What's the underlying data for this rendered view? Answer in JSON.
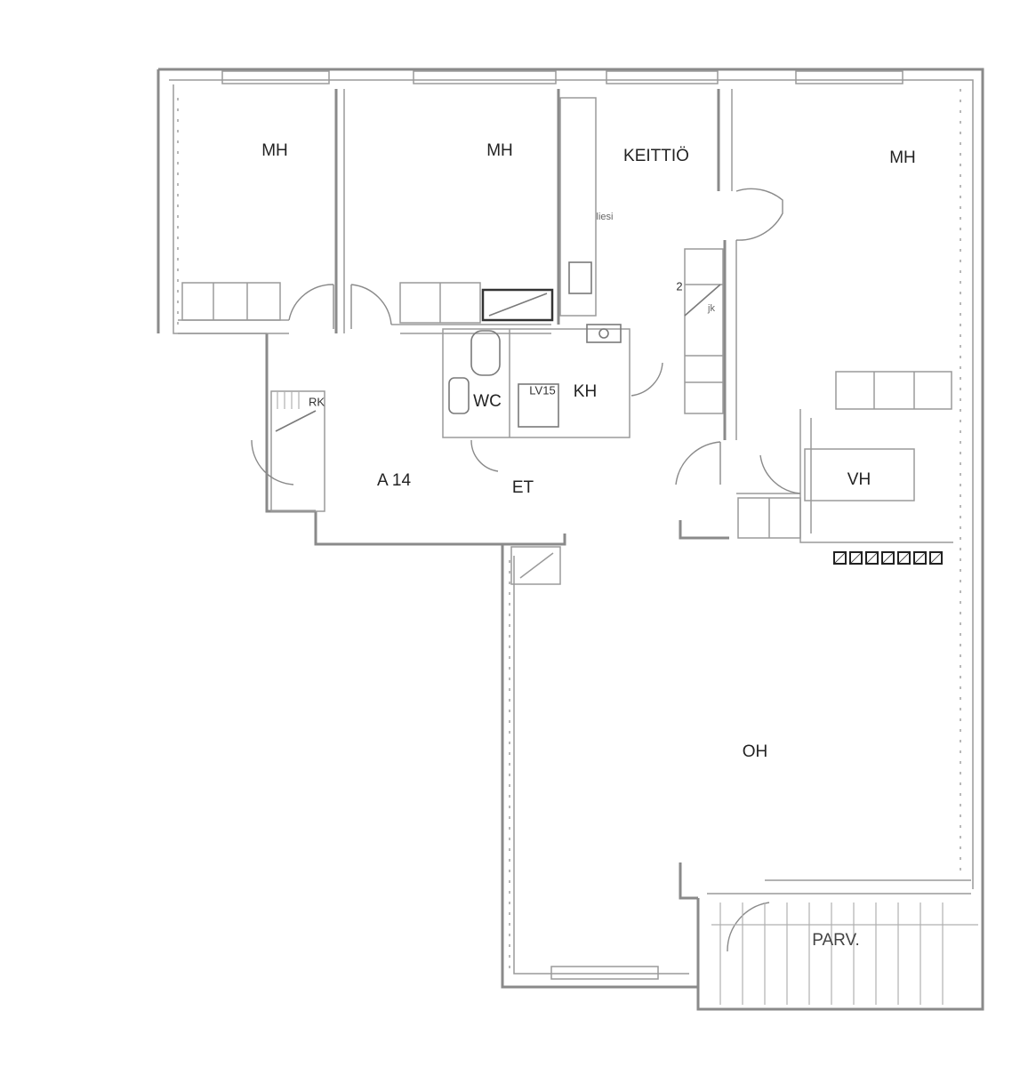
{
  "floorplan": {
    "apartment_label": "A 14",
    "rooms": {
      "mh_1": "MH",
      "mh_2": "MH",
      "kitchen": "KEITTIÖ",
      "mh_3": "MH",
      "bathroom": "KH",
      "toilet": "WC",
      "entrance": "ET",
      "closet": "VH",
      "living_room": "OH",
      "balcony": "PARV."
    },
    "annotations": {
      "stove": "liesi",
      "fridge": "jk",
      "cleaning_cabinet": "RK",
      "ventilation_unit": "LV15",
      "stairs_number": "2"
    },
    "colors": {
      "wall": "#8a8a8a",
      "text": "#222222",
      "background": "#ffffff"
    }
  }
}
